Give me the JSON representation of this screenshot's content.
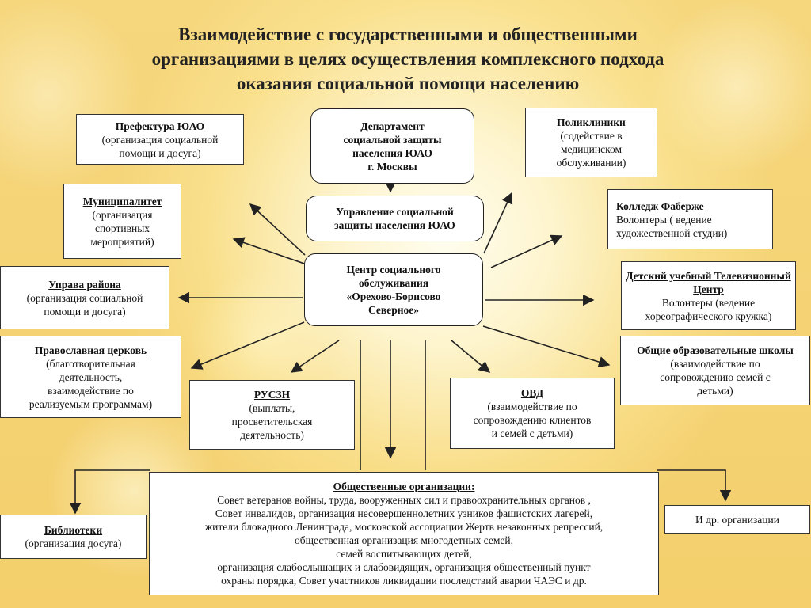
{
  "title": {
    "line1": "Взаимодействие с государственными и общественными",
    "line2": "организациями в целях осуществления комплексного подхода",
    "line3": "оказания социальной помощи населению"
  },
  "nodes": {
    "department": {
      "lines": [
        "Департамент",
        "социальной защиты",
        "населения ЮАО",
        "г. Москвы"
      ]
    },
    "upravlenie": {
      "lines": [
        "Управление социальной",
        "защиты населения ЮАО"
      ]
    },
    "center": {
      "lines": [
        "Центр социального",
        "обслуживания",
        "«Орехово-Борисово",
        "Северное»"
      ]
    },
    "prefektura": {
      "head": "Префектура ЮАО",
      "body": [
        "(организация социальной",
        "помощи и досуга)"
      ]
    },
    "municipalitet": {
      "head": "Муниципалитет",
      "body": [
        "(организация",
        "спортивных",
        "мероприятий)"
      ]
    },
    "uprava": {
      "head": "Управа района",
      "body": [
        "(организация социальной",
        "помощи и досуга)"
      ]
    },
    "church": {
      "head": "Православная церковь",
      "body": [
        "(благотворительная",
        "деятельность,",
        "взаимодействие по",
        "реализуемым программам)"
      ]
    },
    "ruszn": {
      "head": "РУСЗН",
      "body": [
        "(выплаты,",
        "просветительская",
        "деятельность)"
      ]
    },
    "ovd": {
      "head": "ОВД",
      "body": [
        "(взаимодействие по",
        "сопровождению клиентов",
        "и семей с детьми)"
      ]
    },
    "polyclinics": {
      "head": "Поликлиники",
      "body": [
        "(содействие в",
        "медицинском",
        "обслуживании)"
      ]
    },
    "faberge": {
      "head": "Колледж Фаберже",
      "body": [
        "Волонтеры ( ведение",
        "художественной студии)"
      ]
    },
    "tv_center": {
      "head": "Детский учебный Телевизионный Центр",
      "body": [
        "Волонтеры (ведение",
        "хореографического кружка)"
      ]
    },
    "schools": {
      "head": "Общие образовательные школы",
      "body": [
        "(взаимодействие по",
        "сопровождению семей с",
        "детьми)"
      ]
    },
    "libraries": {
      "head": "Библиотеки",
      "body": [
        "(организация досуга)"
      ]
    },
    "others": {
      "body": [
        "И др. организации"
      ]
    },
    "public_orgs": {
      "head": "Общественные организации:",
      "body": [
        "Совет ветеранов войны, труда, вооруженных сил и правоохранительных органов ,",
        "Совет инвалидов, организация несовершеннолетних узников фашистских лагерей,",
        "жители блокадного Ленинграда, московской ассоциации Жертв незаконных репрессий,",
        "общественная организация многодетных семей,",
        "семей воспитывающих детей,",
        "организация слабослышащих и слабовидящих, организация общественный пункт",
        "охраны порядка, Совет участников ликвидации последствий аварии ЧАЭС и др."
      ]
    }
  },
  "colors": {
    "arrow": "#222222",
    "box_border": "#333333"
  }
}
